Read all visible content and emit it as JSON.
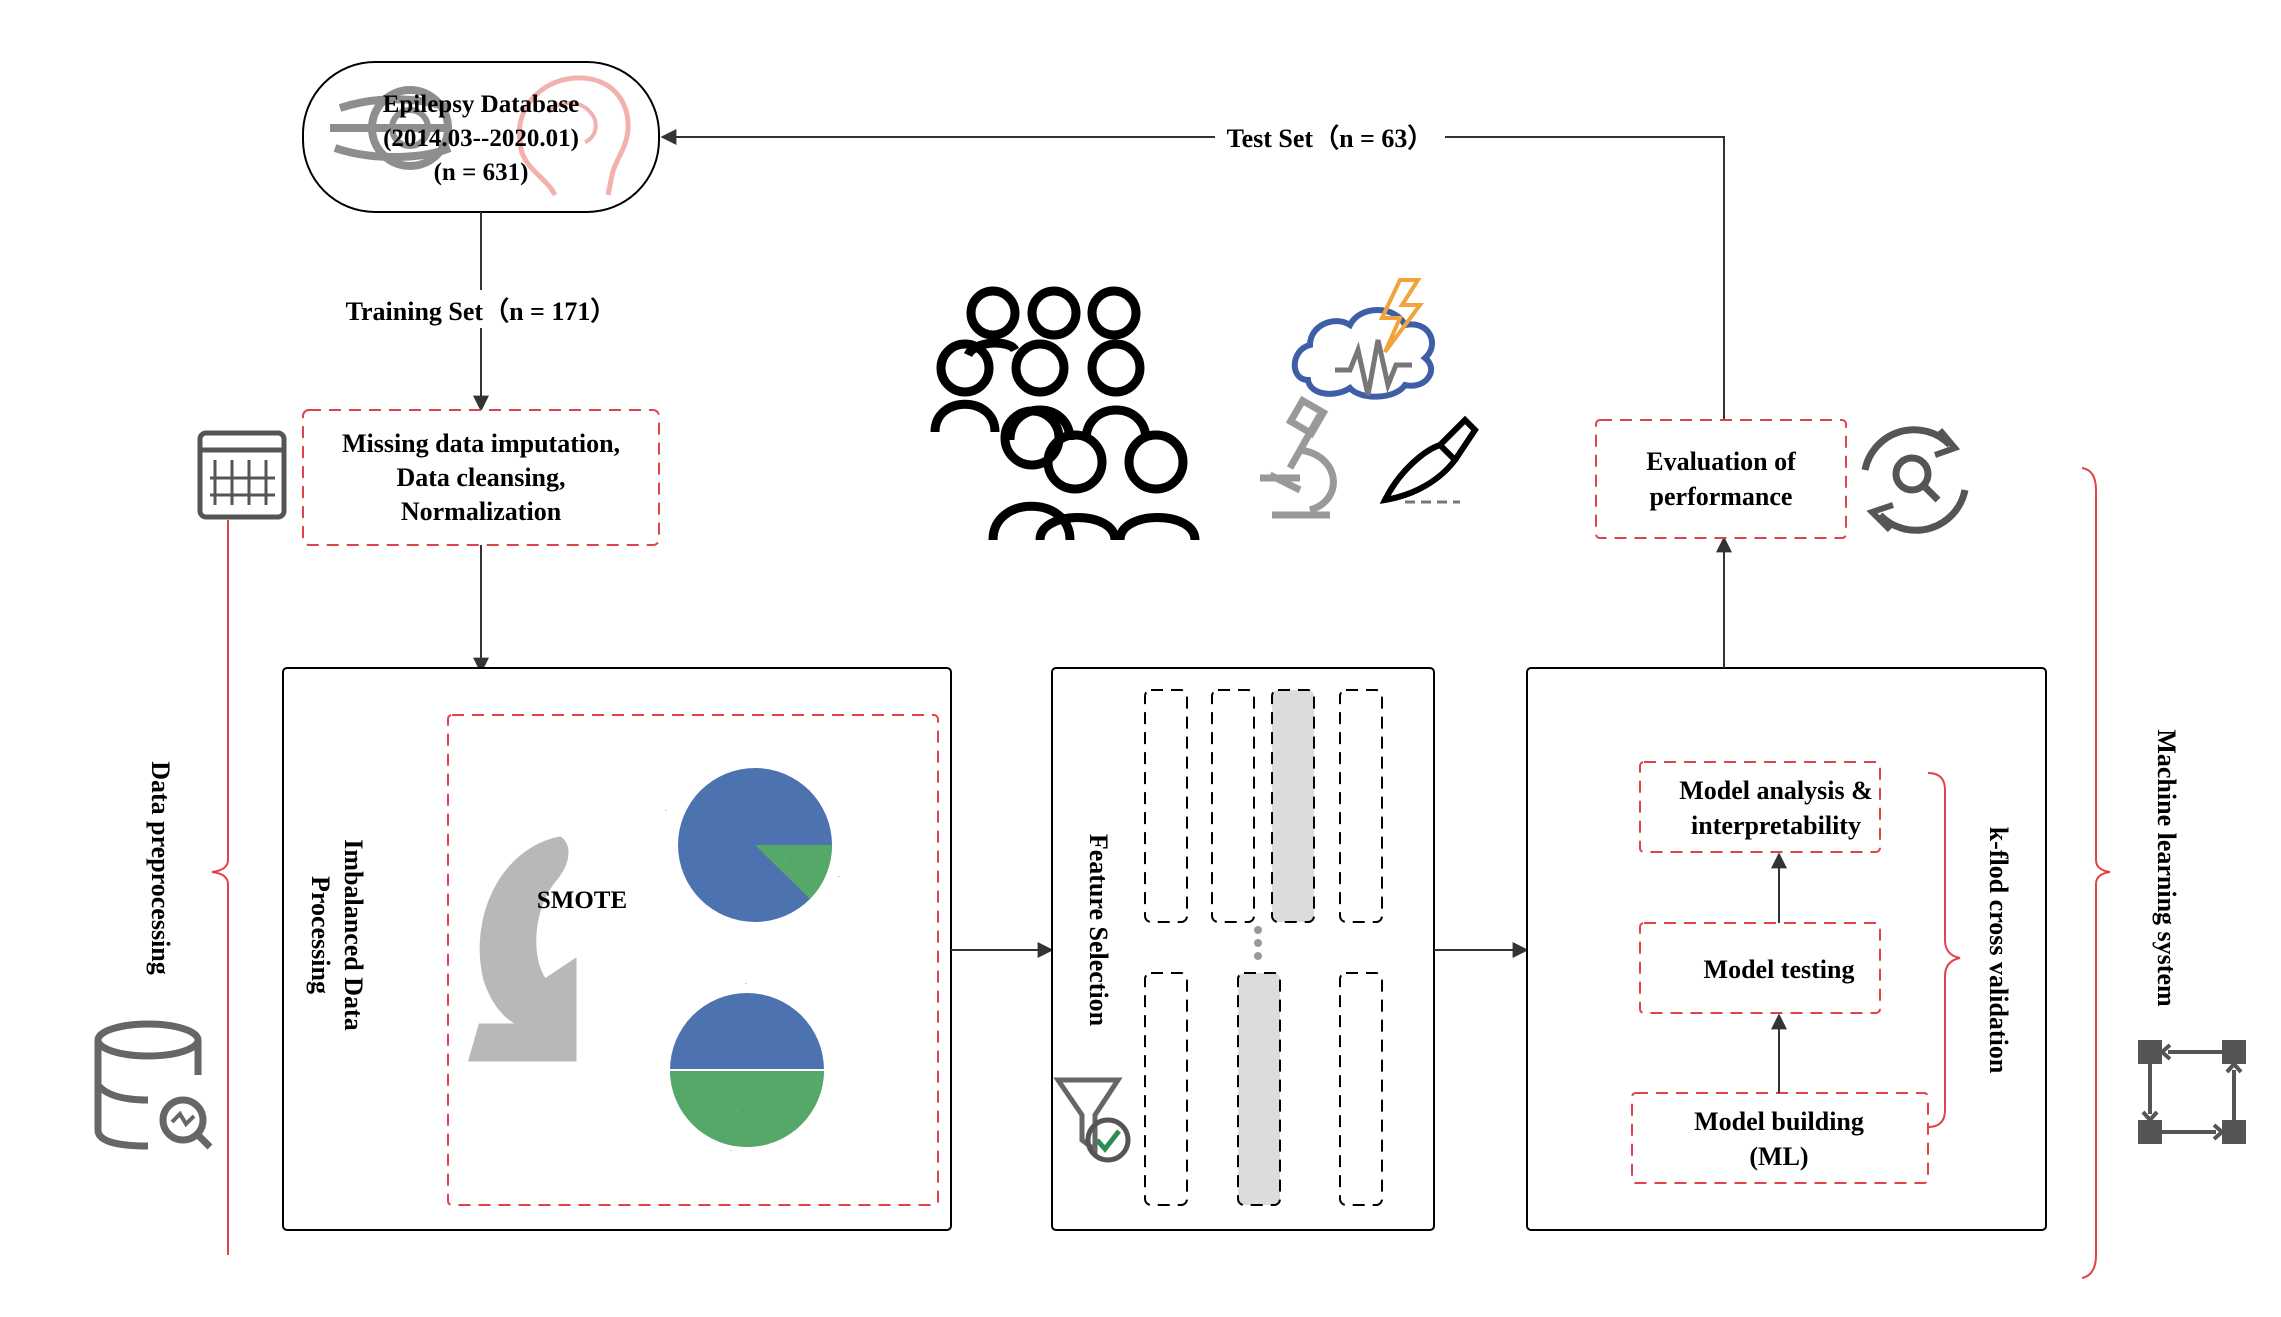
{
  "database": {
    "line1": "Epilepsy Database",
    "line2": "(2014.03--2020.01)",
    "line3": "(n = 631)"
  },
  "edges": {
    "training_set": "Training Set（n = 171）",
    "test_set": "Test Set（n = 63）"
  },
  "preprocess_box": {
    "line1": "Missing data imputation,",
    "line2": "Data cleansing,",
    "line3": "Normalization"
  },
  "imbalanced": {
    "title_line1": "Imbalanced Data",
    "title_line2": "Processing",
    "smote_label": "SMOTE"
  },
  "feature_selection": {
    "title": "Feature Selection"
  },
  "model_panel": {
    "analysis_line1": "Model analysis &",
    "analysis_line2": "interpretability",
    "testing": "Model testing",
    "building_line1": "Model building",
    "building_line2": "(ML)",
    "kfold": "k-flod cross validation"
  },
  "evaluation": {
    "line1": "Evaluation of",
    "line2": "performance"
  },
  "side_labels": {
    "left": "Data preprocessing",
    "right": "Machine learning system"
  },
  "icons": [
    "brain-head-icon",
    "spreadsheet-icon",
    "database-search-icon",
    "crowd-people-icon",
    "brain-lightning-icon",
    "microscope-icon",
    "scalpel-icon",
    "filter-check-icon",
    "refresh-search-icon",
    "workflow-icon"
  ],
  "colors": {
    "red_dash": "#e0444a",
    "pie_blue": "#4c72b0",
    "pie_green": "#55a868",
    "icon_gray": "#8a8a8a",
    "lightning_orange": "#f0a43a",
    "cloud_blue": "#3f5ea8"
  }
}
